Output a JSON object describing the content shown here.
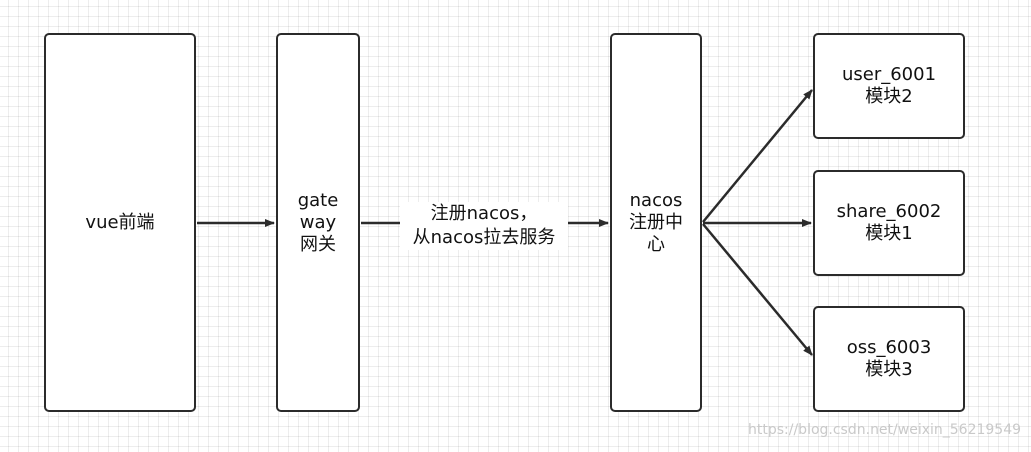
{
  "nodes": {
    "vue": {
      "lines": [
        "vue前端"
      ]
    },
    "gateway": {
      "lines": [
        "gate",
        "way",
        "网关"
      ]
    },
    "nacos": {
      "lines": [
        "nacos",
        "注册中",
        "心"
      ]
    },
    "user_module": {
      "lines": [
        "user_6001",
        "模块2"
      ]
    },
    "share_module": {
      "lines": [
        "share_6002",
        "模块1"
      ]
    },
    "oss_module": {
      "lines": [
        "oss_6003",
        "模块3"
      ]
    }
  },
  "edge_label": {
    "lines": [
      "注册nacos，",
      "从nacos拉去服务"
    ]
  },
  "watermark": "https://blog.csdn.net/weixin_56219549",
  "colors": {
    "stroke": "#2b2b2b",
    "background": "#ffffff",
    "grid": "#e8e8e8"
  }
}
